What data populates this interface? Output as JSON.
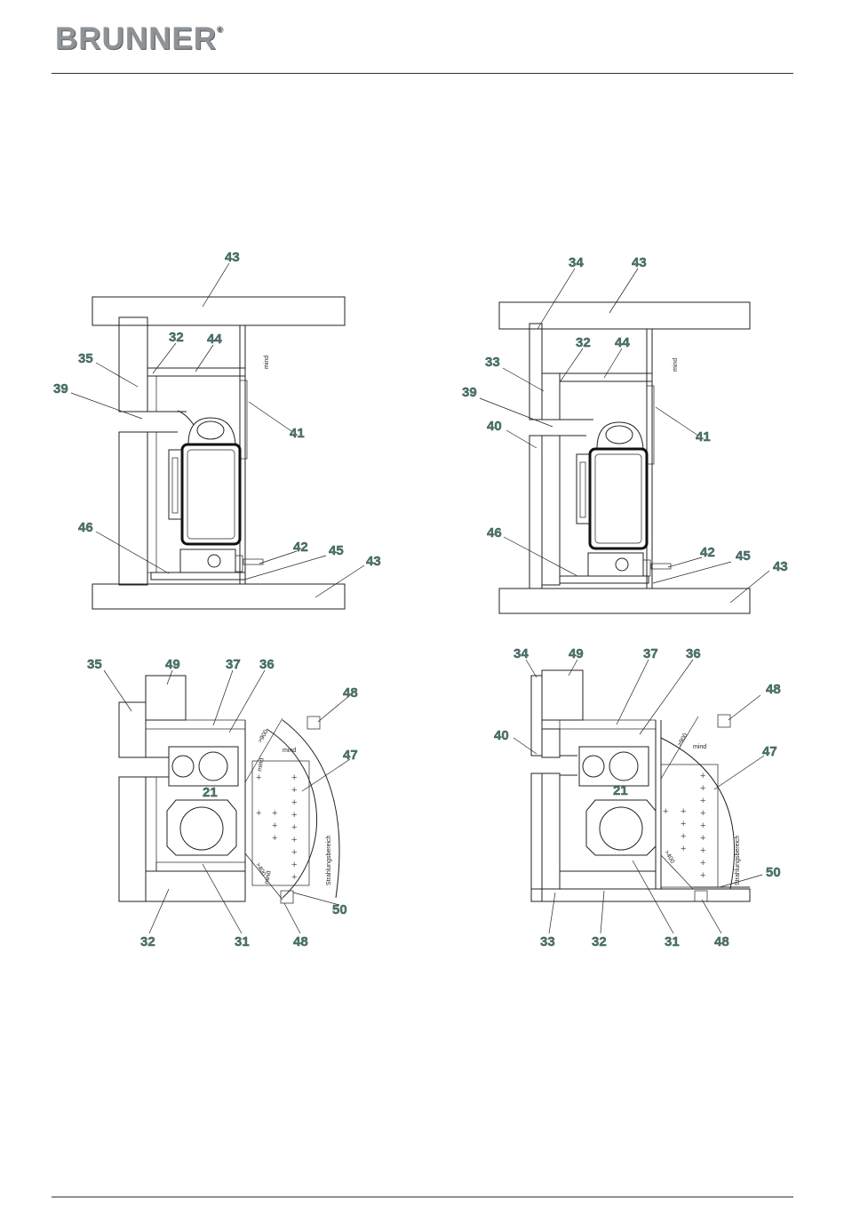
{
  "header": {
    "brand": "BRUNNER",
    "brand_mark": "®"
  },
  "annotations": {
    "mind": "mind",
    "dim_900": ">900",
    "dim_400": ">400",
    "radiation_zone": "Strahlungsbereich"
  },
  "colors": {
    "label": "#4f7a73",
    "line": "#222222",
    "hatch": "#888888"
  },
  "figures": {
    "left_section_labels": [
      "43",
      "32",
      "44",
      "35",
      "39",
      "41",
      "46",
      "42",
      "45",
      "43"
    ],
    "right_section_labels": [
      "34",
      "43",
      "32",
      "44",
      "33",
      "39",
      "40",
      "41",
      "46",
      "42",
      "45",
      "43"
    ],
    "left_plan_labels": [
      "35",
      "49",
      "37",
      "36",
      "48",
      "47",
      "21",
      "50",
      "32",
      "31",
      "48"
    ],
    "right_plan_labels": [
      "34",
      "49",
      "37",
      "36",
      "48",
      "40",
      "47",
      "21",
      "50",
      "33",
      "32",
      "31",
      "48"
    ]
  }
}
